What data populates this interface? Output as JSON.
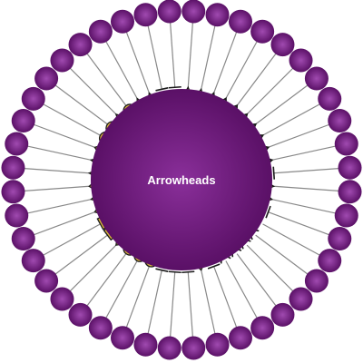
{
  "hub": {
    "label": "Arrowheads",
    "colors": {
      "center": "#8a2f9a",
      "edge": "#5a1066"
    }
  },
  "ring": {
    "node_count": 44,
    "node_colors": {
      "center": "#a04ab0",
      "edge": "#5a1066"
    },
    "spoke_color": "#888888",
    "marker_fill": "#d4b13a",
    "marker_stroke": "#1a1a1a"
  },
  "markers": [
    "triangle",
    "triangle",
    "triangle-open",
    "vee",
    "vee-double",
    "vee",
    "vee",
    "vee-open",
    "vee",
    "vee",
    "tee",
    "triangle-small",
    "triangle-tee",
    "tee-double",
    "none",
    "crow",
    "crow",
    "crow-double",
    "crow-tee",
    "tee",
    "diamond-tee",
    "tee-triple",
    "tee",
    "tee",
    "circle",
    "circle-tee",
    "circle",
    "diamond",
    "square",
    "square",
    "diamond",
    "triangle-double",
    "diamond",
    "triangle",
    "triangle",
    "diamond",
    "circle",
    "circle",
    "triangle-tee",
    "circle",
    "triangle",
    "triangle",
    "tee-double",
    "tee"
  ]
}
